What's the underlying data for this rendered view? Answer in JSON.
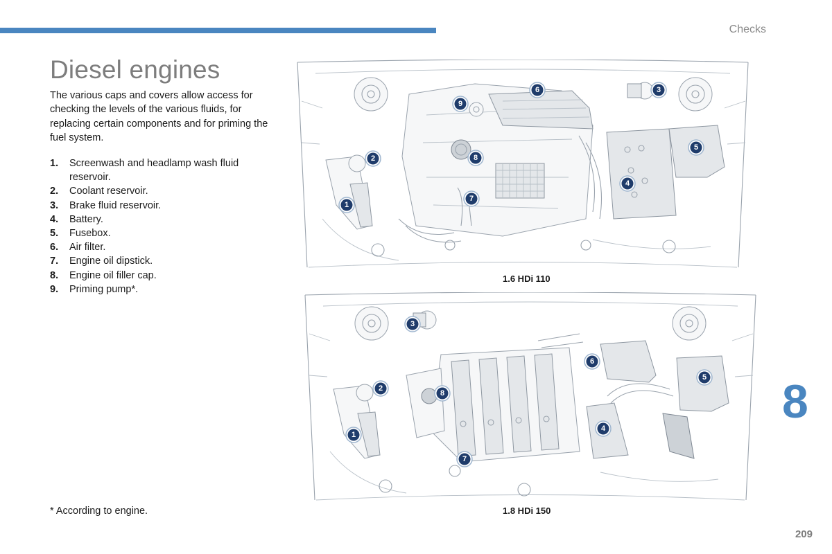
{
  "header": {
    "section_title": "Checks"
  },
  "page": {
    "title": "Diesel engines",
    "intro": "The various caps and covers allow access for checking the levels of the various fluids, for replacing certain components and for priming the fuel system.",
    "legend": [
      {
        "num": "1.",
        "text": "Screenwash and headlamp wash fluid reservoir."
      },
      {
        "num": "2.",
        "text": "Coolant reservoir."
      },
      {
        "num": "3.",
        "text": "Brake fluid reservoir."
      },
      {
        "num": "4.",
        "text": "Battery."
      },
      {
        "num": "5.",
        "text": "Fusebox."
      },
      {
        "num": "6.",
        "text": "Air filter."
      },
      {
        "num": "7.",
        "text": "Engine oil dipstick."
      },
      {
        "num": "8.",
        "text": "Engine oil filler cap."
      },
      {
        "num": "9.",
        "text": "Priming pump*."
      }
    ],
    "footnote": "* According to engine.",
    "chapter_number": "8",
    "page_number": "209"
  },
  "figures": [
    {
      "caption": "1.6 HDi 110",
      "badges": [
        "1",
        "2",
        "3",
        "4",
        "5",
        "6",
        "7",
        "8",
        "9"
      ]
    },
    {
      "caption": "1.8 HDi 150",
      "badges": [
        "1",
        "2",
        "3",
        "4",
        "5",
        "6",
        "7",
        "8"
      ]
    }
  ],
  "colors": {
    "accent": "#4a86c0",
    "badge": "#1f3c6b",
    "muted_text": "#7d7d7d"
  }
}
